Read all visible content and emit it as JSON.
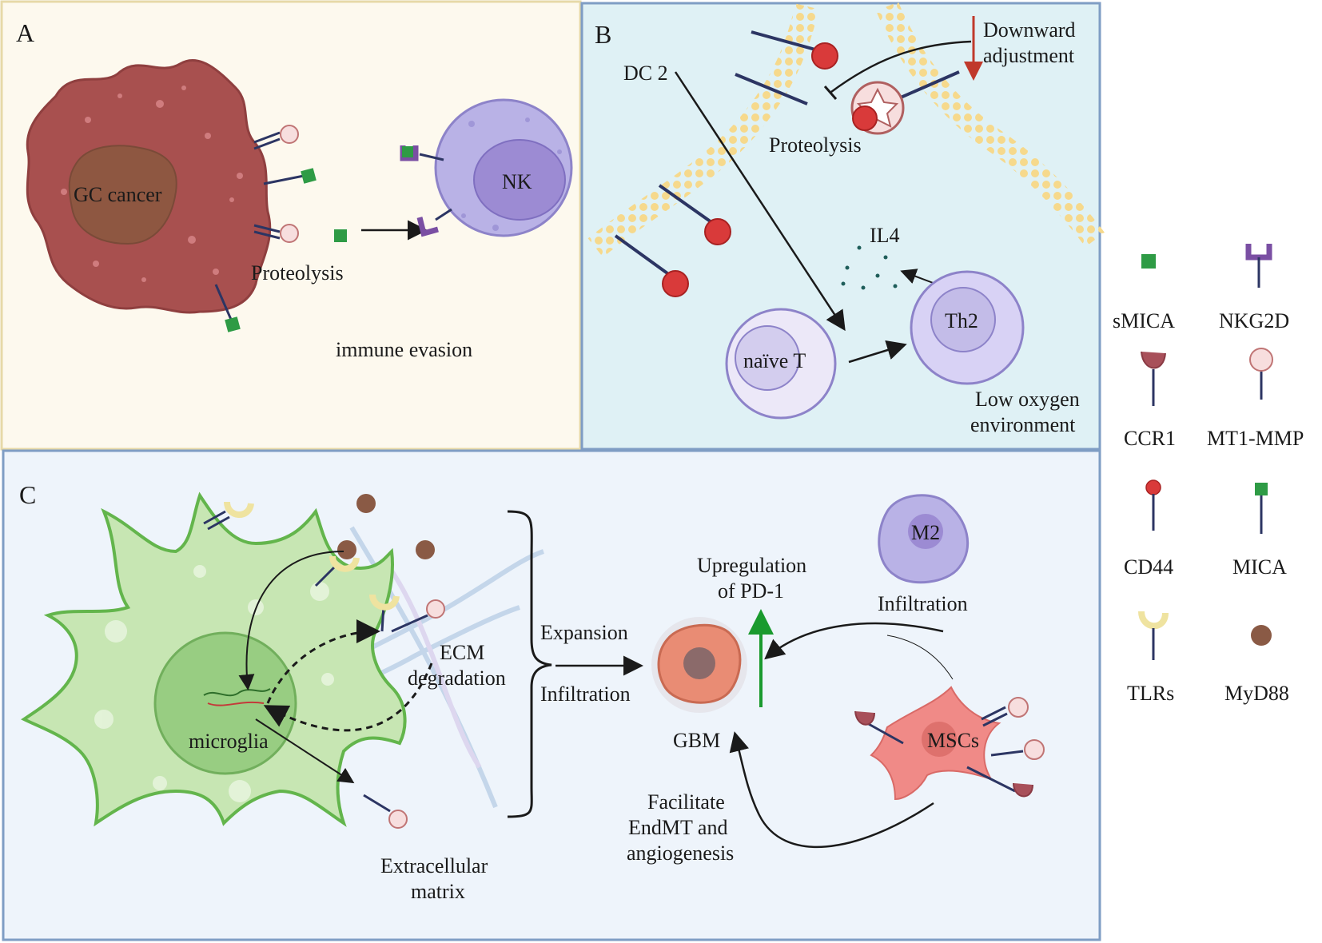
{
  "panels": {
    "A": {
      "letter": "A",
      "cancer_label": "GC cancer",
      "nk_label": "NK",
      "proteolysis": "Proteolysis",
      "immune_evasion": "immune evasion"
    },
    "B": {
      "letter": "B",
      "dc2": "DC 2",
      "downward_line1": "Downward",
      "downward_line2": "adjustment",
      "proteolysis": "Proteolysis",
      "il4": "IL4",
      "th2": "Th2",
      "naive_t": "naïve T",
      "low_oxygen_line1": "Low oxygen",
      "low_oxygen_line2": "environment"
    },
    "C": {
      "letter": "C",
      "microglia": "microglia",
      "ecm_line1": "ECM",
      "ecm_line2": "degradation",
      "expansion": "Expansion",
      "infiltration_left": "Infiltration",
      "upreg_line1": "Upregulation",
      "upreg_line2": "of PD-1",
      "m2": "M2",
      "infiltration_m2": "Infiltration",
      "gbm": "GBM",
      "mscs": "MSCs",
      "facilitate_line1": "Facilitate",
      "facilitate_line2": "EndMT and",
      "facilitate_line3": "angiogenesis",
      "extracellular_line1": "Extracellular",
      "extracellular_line2": "matrix"
    }
  },
  "legend": [
    {
      "label": "sMICA",
      "icon": "smica-icon"
    },
    {
      "label": "NKG2D",
      "icon": "nkg2d-icon"
    },
    {
      "label": "CCR1",
      "icon": "ccr1-icon"
    },
    {
      "label": "MT1-MMP",
      "icon": "mt1-mmp-icon"
    },
    {
      "label": "CD44",
      "icon": "cd44-icon"
    },
    {
      "label": "MICA",
      "icon": "mica-icon"
    },
    {
      "label": "TLRs",
      "icon": "tlrs-icon"
    },
    {
      "label": "MyD88",
      "icon": "myd88-icon"
    }
  ],
  "colors": {
    "panel_a_bg": "#fdf9ee",
    "panel_a_border": "#e6d9a8",
    "panel_b_bg": "#dff1f5",
    "panel_b_border": "#7f9dc4",
    "panel_c_bg": "#eef4fb",
    "panel_c_border": "#7f9dc4",
    "cancer_cell": "#a8504f",
    "microglia": "#c7e6b3",
    "nk_cell": "#b9b2e6",
    "green_arrow": "#1a9a2e",
    "red_arrow": "#c0392b"
  }
}
